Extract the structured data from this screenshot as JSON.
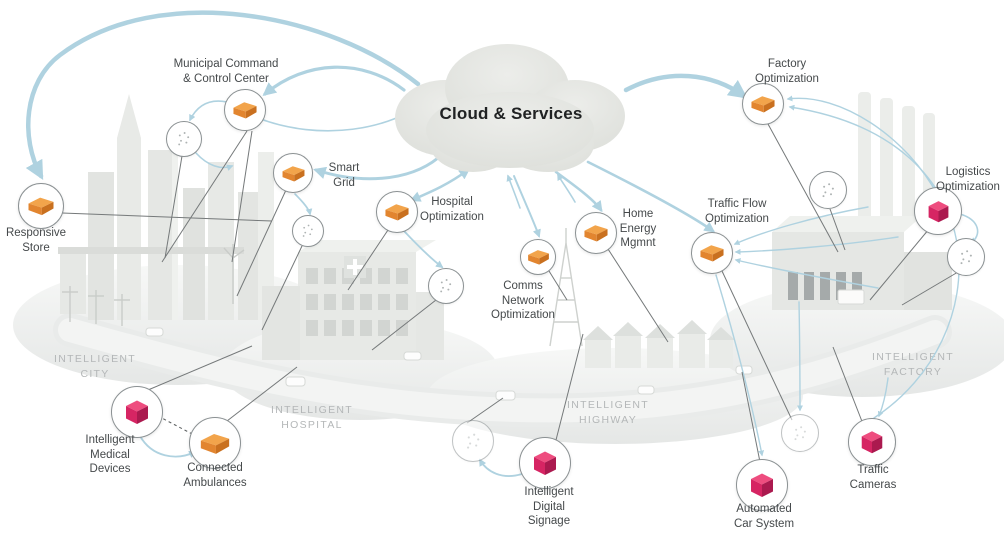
{
  "cloud": {
    "label": "Cloud & Services"
  },
  "nodes": [
    {
      "id": "responsive-store",
      "label": "Responsive\nStore",
      "icon": "orange-box"
    },
    {
      "id": "municipal-command-control",
      "label": "Municipal Command\n& Control Center",
      "icon": "orange-box"
    },
    {
      "id": "smart-grid",
      "label": "Smart\nGrid",
      "icon": "orange-box"
    },
    {
      "id": "hospital-optimization",
      "label": "Hospital\nOptimization",
      "icon": "orange-box"
    },
    {
      "id": "comms-network-optimization",
      "label": "Comms\nNetwork\nOptimization",
      "icon": "orange-box"
    },
    {
      "id": "home-energy-mgmnt",
      "label": "Home\nEnergy\nMgmnt",
      "icon": "orange-box"
    },
    {
      "id": "traffic-flow-optimization",
      "label": "Traffic Flow\nOptimization",
      "icon": "orange-box"
    },
    {
      "id": "factory-optimization",
      "label": "Factory\nOptimization",
      "icon": "orange-box"
    },
    {
      "id": "logistics-optimization",
      "label": "Logistics\nOptimization",
      "icon": "pink-cube"
    },
    {
      "id": "intelligent-medical-devices",
      "label": "Intelligent\nMedical\nDevices",
      "icon": "pink-cube"
    },
    {
      "id": "connected-ambulances",
      "label": "Connected\nAmbulances",
      "icon": "orange-box"
    },
    {
      "id": "intelligent-digital-signage",
      "label": "Intelligent\nDigital\nSignage",
      "icon": "pink-cube"
    },
    {
      "id": "automated-car-system",
      "label": "Automated\nCar System",
      "icon": "pink-cube"
    },
    {
      "id": "traffic-cameras",
      "label": "Traffic\nCameras",
      "icon": "pink-cube"
    }
  ],
  "regions": [
    {
      "id": "intelligent-city",
      "label": "INTELLIGENT\nCITY"
    },
    {
      "id": "intelligent-hospital",
      "label": "INTELLIGENT\nHOSPITAL"
    },
    {
      "id": "intelligent-highway",
      "label": "INTELLIGENT\nHIGHWAY"
    },
    {
      "id": "intelligent-factory",
      "label": "INTELLIGENT\nFACTORY"
    }
  ],
  "icons": {
    "orange-box": "gateway-device-box",
    "pink-cube": "intelligent-device-cube",
    "sensor": "sensor-dot-cluster"
  },
  "colors": {
    "arrow": "#afd2e0",
    "orange_top": "#f2a44b",
    "orange_front": "#e2852f",
    "orange_side": "#c9701f",
    "pink_top": "#ee4d7f",
    "pink_front": "#d62563",
    "pink_side": "#ab1a4f",
    "circle_border": "#8b9193",
    "pointer_line": "#75797a",
    "label_text": "#45494b",
    "region_text": "#b4b7b8",
    "cloud_fill": "#e3e4e0",
    "cloud_text": "#202223"
  }
}
